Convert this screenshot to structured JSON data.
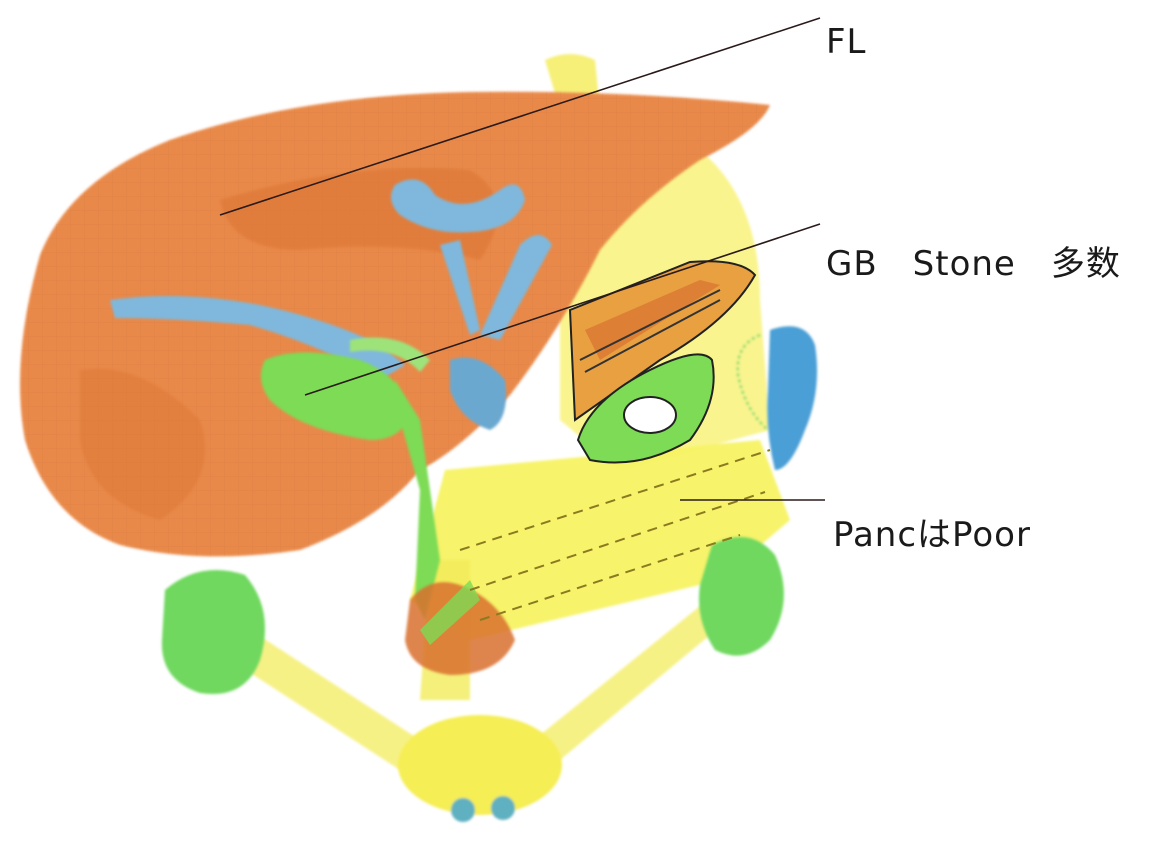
{
  "annotations": {
    "fatty_liver": "FL",
    "gallbladder": "GB　Stone　多数",
    "pancreas": "PancはPoor"
  },
  "colors": {
    "liver": "#e8894a",
    "liver_dark": "#d9702f",
    "portal_vein": "#7fb8dc",
    "gallbladder": "#7ddb55",
    "pancreas": "#f7f263",
    "kidney": "#6fd85e",
    "spleen": "#4a9fd6",
    "aorta_ivc": "#f5ee6a",
    "bladder": "#f5ee55",
    "leader_line": "#2a1a1a"
  }
}
